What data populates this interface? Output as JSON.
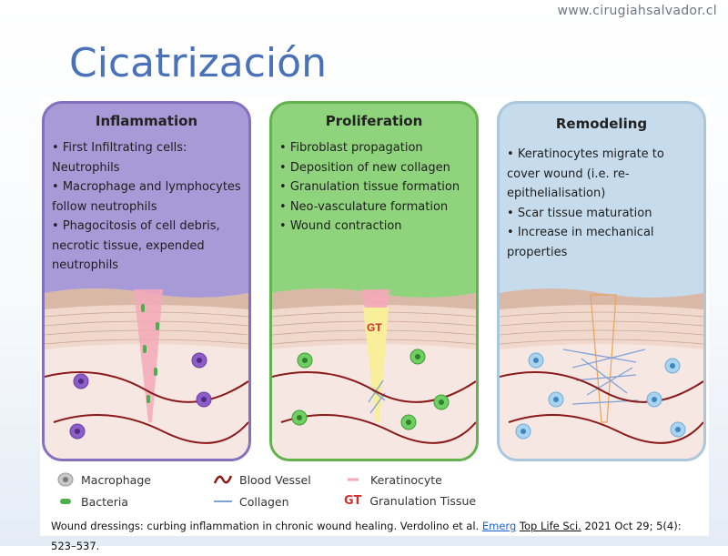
{
  "header": {
    "site_url": "www.cirugiahsalvador.cl",
    "title": "Cicatrización"
  },
  "panels": [
    {
      "title": "Inflammation",
      "bullets": [
        "First Infiltrating cells: Neutrophils",
        "Macrophage and lymphocytes follow neutrophils",
        "Phagocitosis of cell debris, necrotic tissue, expended neutrophils"
      ]
    },
    {
      "title": "Proliferation",
      "bullets": [
        "Fibroblast propagation",
        "Deposition of new collagen",
        "Granulation tissue formation",
        "Neo-vasculature formation",
        "Wound contraction"
      ],
      "wound_label": "GT"
    },
    {
      "title": "Remodeling",
      "bullets": [
        "Keratinocytes migrate to cover wound (i.e. re-epithelialisation)",
        "Scar tissue maturation",
        "Increase in mechanical properties"
      ]
    }
  ],
  "legend": {
    "macrophage": "Macrophage",
    "bacteria": "Bacteria",
    "blood_vessel": "Blood Vessel",
    "collagen": "Collagen",
    "keratinocyte": "Keratinocyte",
    "gt_symbol": "GT",
    "granulation_tissue": "Granulation Tissue"
  },
  "citation": {
    "prefix": "Wound dressings: curbing inflammation in chronic wound healing. Verdolino et al. ",
    "link_text": "Emerg",
    "journal": "Top Life Sci.",
    "suffix": " 2021 Oct 29; 5(4): 523–537."
  },
  "colors": {
    "title_blue": "#4a72b8",
    "inflammation_panel": "#a79ad6",
    "proliferation_panel": "#8fd37c",
    "remodeling_panel": "#c6dcec",
    "granulation_red": "#d0302e",
    "link_blue": "#1a62c9"
  }
}
